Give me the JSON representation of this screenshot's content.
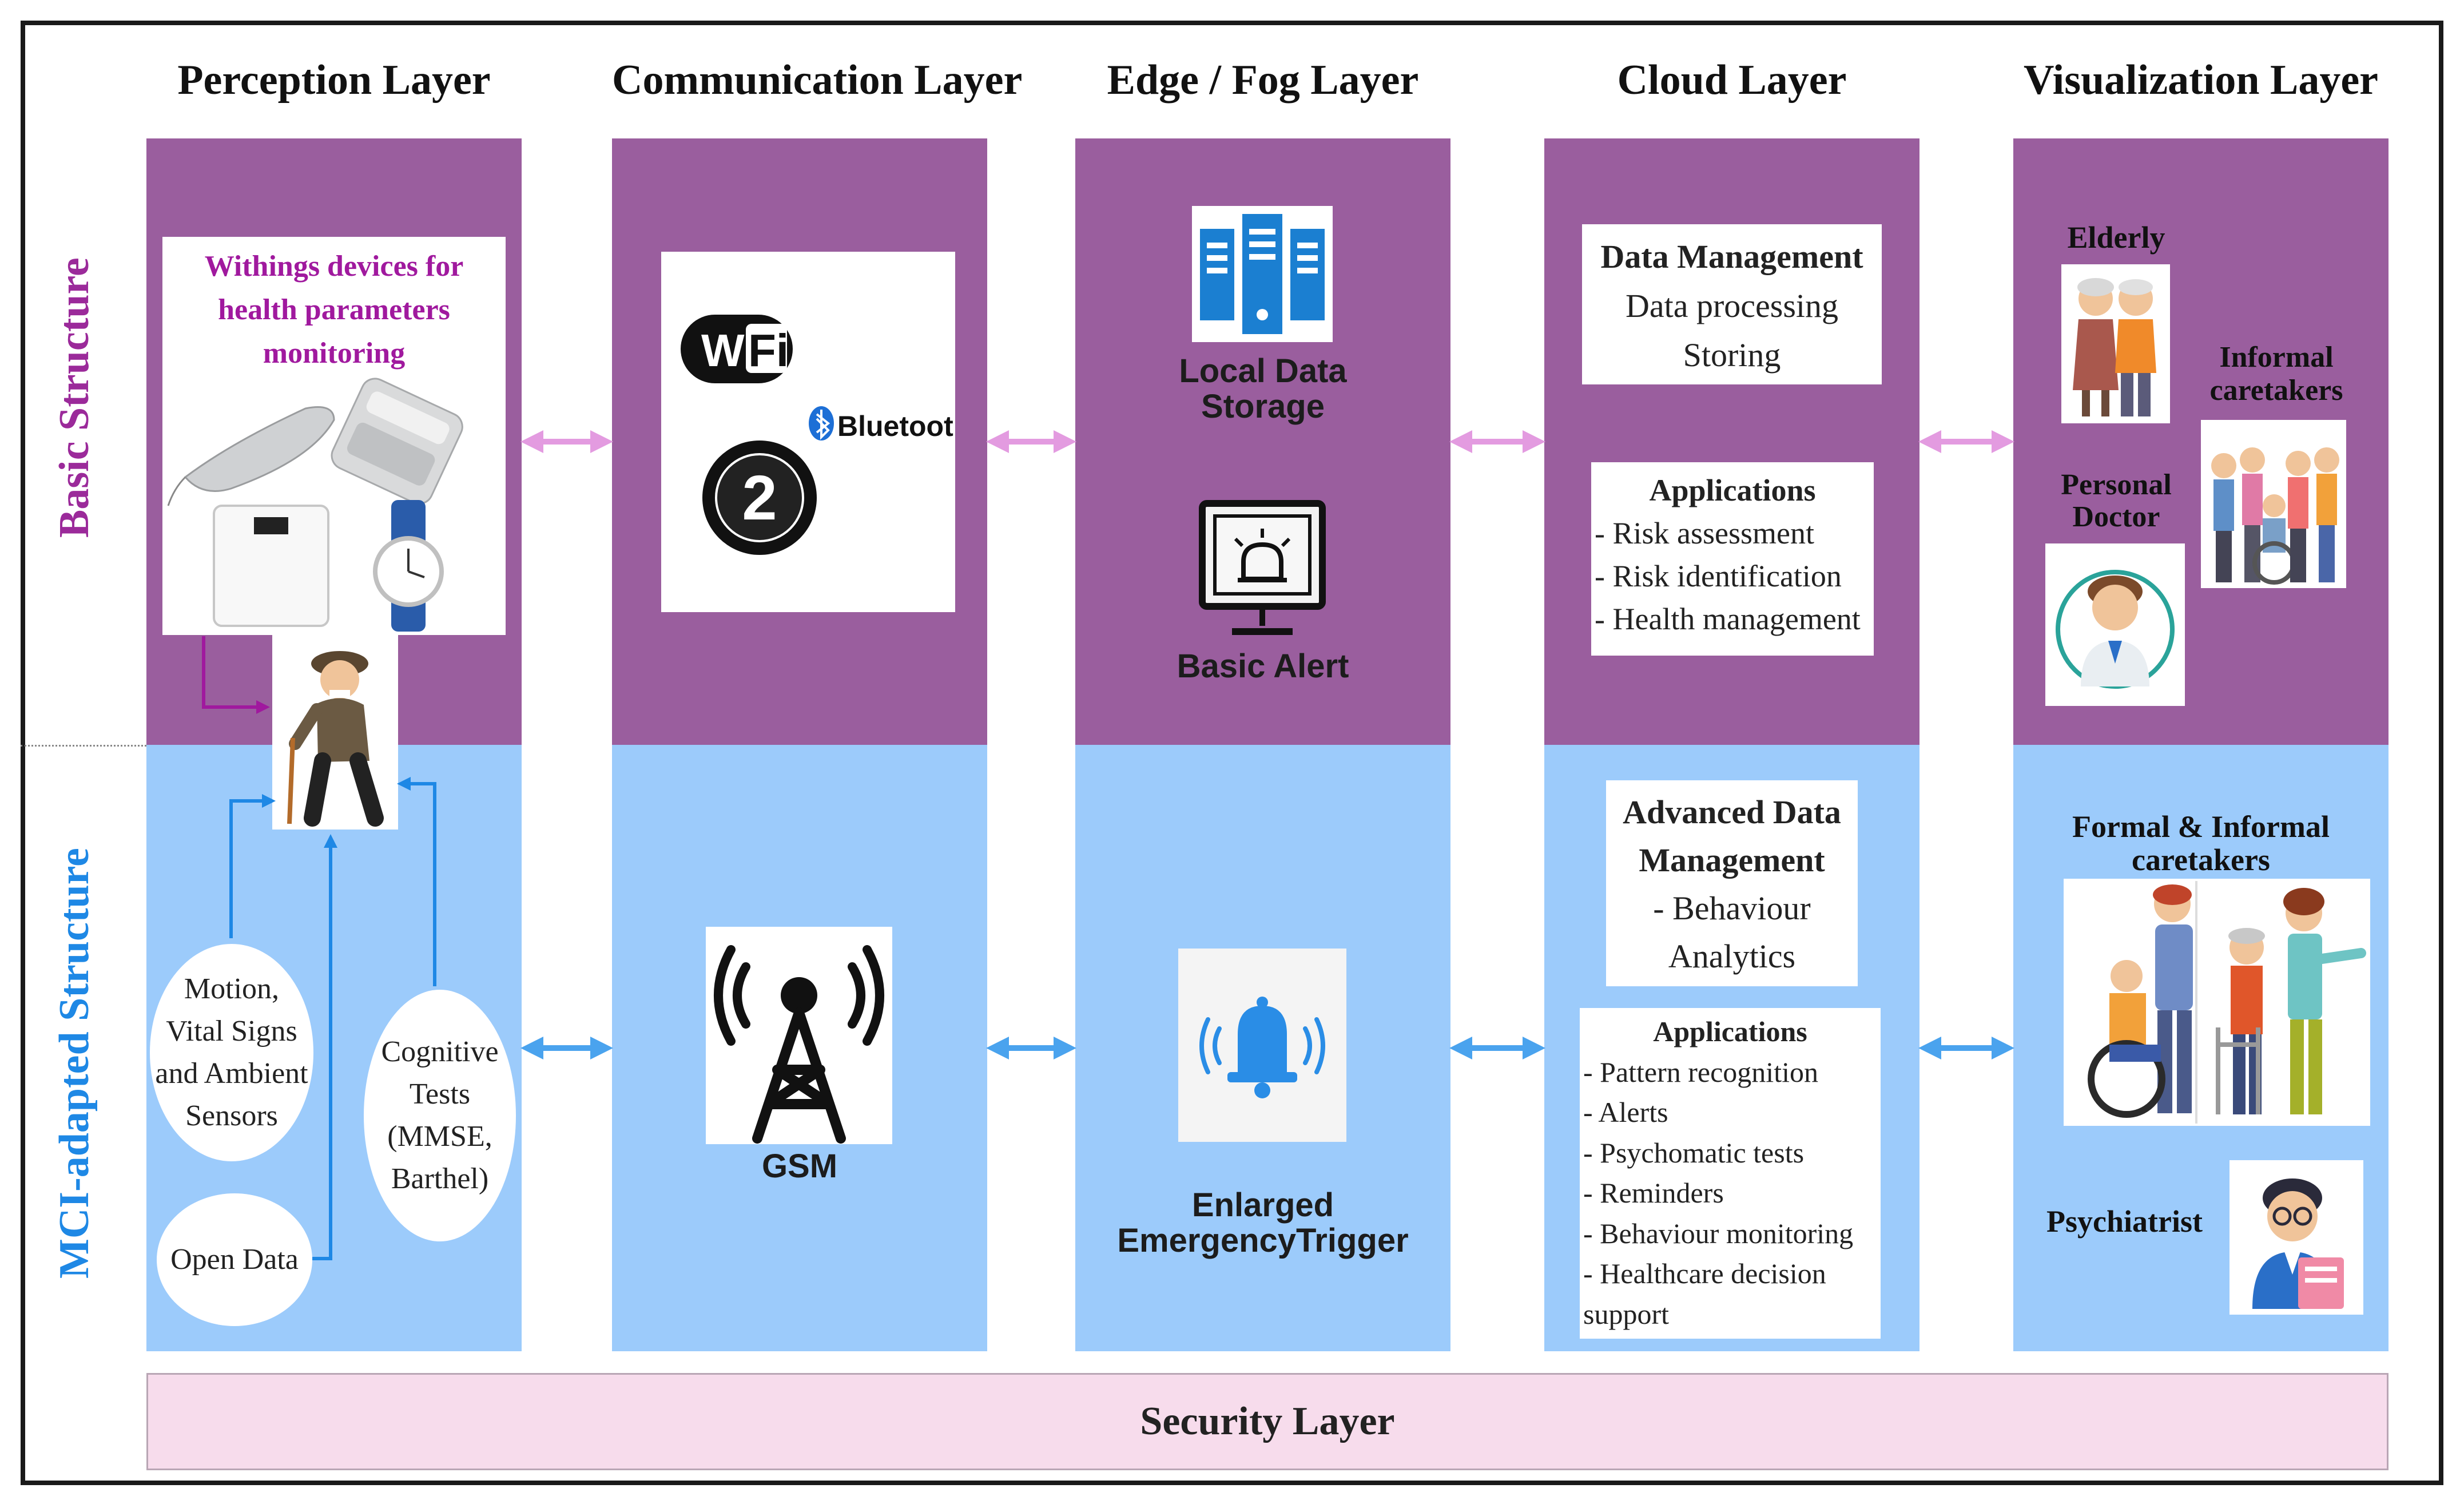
{
  "layers": [
    {
      "title": "Perception Layer"
    },
    {
      "title": "Communication Layer"
    },
    {
      "title": "Edge / Fog Layer"
    },
    {
      "title": "Cloud Layer"
    },
    {
      "title": "Visualization Layer"
    }
  ],
  "sections": {
    "basic": "Basic Structure",
    "mci": "MCI-adapted Structure"
  },
  "perception": {
    "withings_lines": [
      "Withings devices for",
      "health parameters",
      "monitoring"
    ],
    "sensors_lines": [
      "Motion,",
      "Vital Signs",
      "and Ambient",
      "Sensors"
    ],
    "cognitive_lines": [
      "Cognitive",
      "Tests",
      "(MMSE,",
      "Barthel)"
    ],
    "open_data": "Open Data"
  },
  "communication": {
    "wifi_text": "Wi",
    "wifi_text2": "Fi",
    "bluetooth": "Bluetooth",
    "oauth_number": "2",
    "gsm": "GSM"
  },
  "edge": {
    "local_storage_lines": [
      "Local Data",
      "Storage"
    ],
    "basic_alert": "Basic Alert",
    "emergency_lines": [
      "Enlarged",
      "EmergencyTrigger"
    ]
  },
  "cloud": {
    "data_mgmt_title": "Data Management",
    "data_mgmt_items": [
      "Data processing",
      "Storing"
    ],
    "applications_title": "Applications",
    "applications_items": [
      "- Risk assessment",
      "- Risk identification",
      "- Health management"
    ],
    "adv_title_lines": [
      "Advanced Data",
      "Management"
    ],
    "adv_items": [
      "- Behaviour",
      "Analytics"
    ],
    "adv_applications_title": "Applications",
    "adv_applications_items": [
      "- Pattern recognition",
      "- Alerts",
      "- Psychomatic tests",
      "- Reminders",
      "- Behaviour monitoring",
      "- Healthcare decision",
      "support"
    ]
  },
  "visualization": {
    "elderly": "Elderly",
    "informal_lines": [
      "Informal",
      "caretakers"
    ],
    "doctor_lines": [
      "Personal",
      "Doctor"
    ],
    "formal_lines": [
      "Formal & Informal",
      "caretakers"
    ],
    "psychiatrist": "Psychiatrist"
  },
  "security": "Security Layer",
  "colors": {
    "basic_bg": "#9a5e9e",
    "mci_bg": "#9ccbfb",
    "basic_label": "#9b2a9a",
    "mci_label": "#1e88e5",
    "arrow_pink": "#e39be0",
    "arrow_blue": "#4aa3ee",
    "security_bg": "#f7dcec"
  }
}
